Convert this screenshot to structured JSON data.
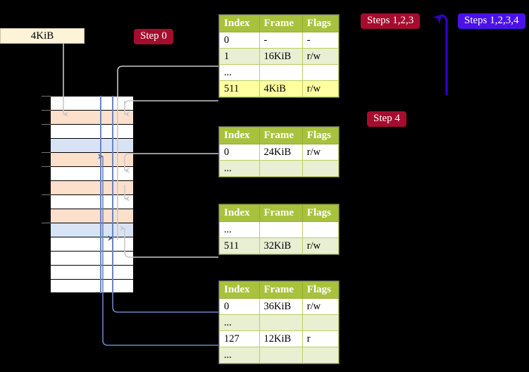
{
  "labels": {
    "step0": "Step 0",
    "steps123": "Steps 1,2,3",
    "steps1234": "Steps 1,2,3,4",
    "step4": "Step 4",
    "memory_size": "4KiB"
  },
  "colors": {
    "label_red": "#a50d2e",
    "label_blue": "#4b12e8",
    "header_green": "#a8c23d",
    "row_green": "#e8efd3",
    "highlight_yellow": "#ffffa0",
    "mem_peach": "#fde0cc",
    "mem_blue": "#d8e4f5",
    "gray_arrow": "#c9c9c9",
    "blue_arrow": "#6a85c0",
    "kib_box_bg": "#fdf3d8"
  },
  "tables": [
    {
      "name": "page-table-level-1",
      "columns": [
        "Index",
        "Frame",
        "Flags"
      ],
      "rows": [
        {
          "index": "0",
          "frame": "-",
          "flags": "-",
          "style": "white",
          "highlight": false
        },
        {
          "index": "1",
          "frame": "16KiB",
          "flags": "r/w",
          "style": "green",
          "highlight": false
        },
        {
          "index": "...",
          "frame": "",
          "flags": "",
          "style": "white",
          "highlight": false
        },
        {
          "index": "511",
          "frame": "4KiB",
          "flags": "r/w",
          "style": "green",
          "highlight": true
        }
      ]
    },
    {
      "name": "page-table-level-2",
      "columns": [
        "Index",
        "Frame",
        "Flags"
      ],
      "rows": [
        {
          "index": "0",
          "frame": "24KiB",
          "flags": "r/w",
          "style": "white",
          "highlight": false
        },
        {
          "index": "...",
          "frame": "",
          "flags": "",
          "style": "green",
          "highlight": false
        }
      ]
    },
    {
      "name": "page-table-level-3",
      "columns": [
        "Index",
        "Frame",
        "Flags"
      ],
      "rows": [
        {
          "index": "...",
          "frame": "",
          "flags": "",
          "style": "white",
          "highlight": false
        },
        {
          "index": "511",
          "frame": "32KiB",
          "flags": "r/w",
          "style": "green",
          "highlight": false
        }
      ]
    },
    {
      "name": "page-table-level-4",
      "columns": [
        "Index",
        "Frame",
        "Flags"
      ],
      "rows": [
        {
          "index": "0",
          "frame": "36KiB",
          "flags": "r/w",
          "style": "white",
          "highlight": false
        },
        {
          "index": "...",
          "frame": "",
          "flags": "",
          "style": "green",
          "highlight": false
        },
        {
          "index": "127",
          "frame": "12KiB",
          "flags": "r",
          "style": "white",
          "highlight": false
        },
        {
          "index": "...",
          "frame": "",
          "flags": "",
          "style": "green",
          "highlight": false
        }
      ]
    }
  ],
  "memory_column": {
    "name": "physical-memory-frames",
    "rows": [
      {
        "fill": "white"
      },
      {
        "fill": "peach"
      },
      {
        "fill": "white"
      },
      {
        "fill": "blue"
      },
      {
        "fill": "peach"
      },
      {
        "fill": "white"
      },
      {
        "fill": "peach"
      },
      {
        "fill": "white"
      },
      {
        "fill": "peach"
      },
      {
        "fill": "blue"
      },
      {
        "fill": "white"
      },
      {
        "fill": "white"
      },
      {
        "fill": "white"
      },
      {
        "fill": "white"
      }
    ],
    "ticks": [
      0,
      1,
      2,
      4,
      5,
      7,
      9
    ]
  }
}
